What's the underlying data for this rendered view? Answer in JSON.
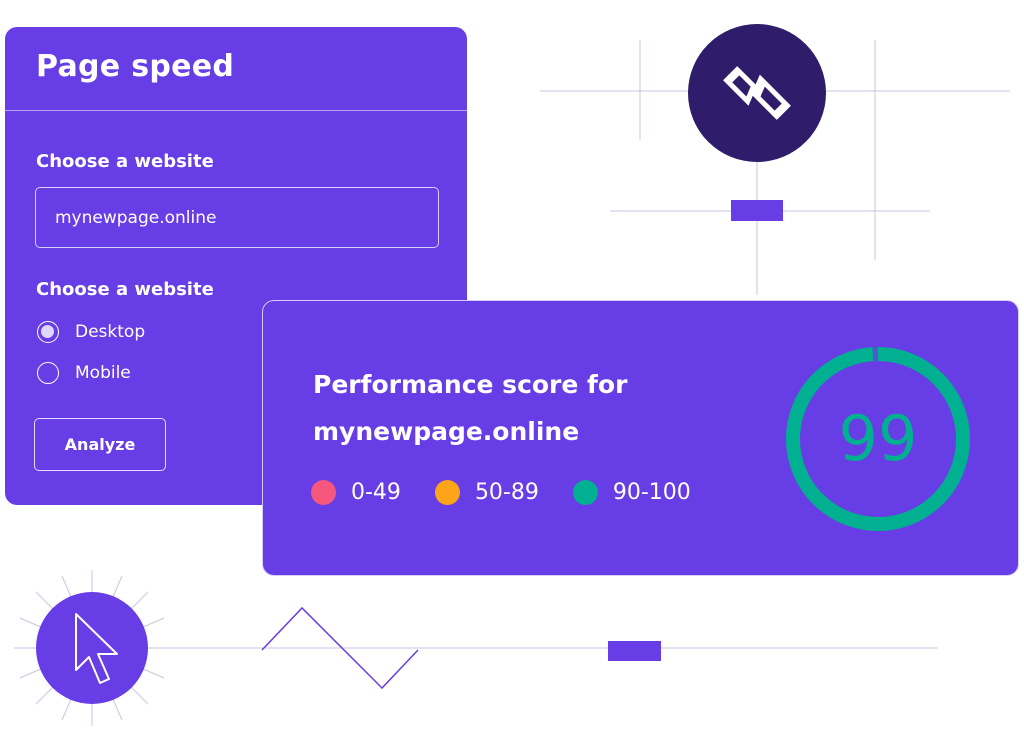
{
  "page_speed": {
    "title": "Page speed",
    "website_label": "Choose a website",
    "website_value": "mynewpage.online",
    "device_label": "Choose a website",
    "devices": [
      {
        "label": "Desktop",
        "checked": true
      },
      {
        "label": "Mobile",
        "checked": false
      }
    ],
    "analyze_label": "Analyze"
  },
  "performance": {
    "title_line1": "Performance score for",
    "title_line2": "mynewpage.online",
    "score": 99,
    "score_max": 100,
    "legend": [
      {
        "label": "0-49",
        "color": "#f5577d"
      },
      {
        "label": "50-89",
        "color": "#fea419"
      },
      {
        "label": "90-100",
        "color": "#00b090"
      }
    ]
  },
  "colors": {
    "brand_purple": "#673de6",
    "logo_dark": "#2f1c6a",
    "gauge_green": "#00b090",
    "white": "#ffffff"
  },
  "icons": {
    "logo": "lightning-bolt-logo-icon",
    "cursor": "mouse-pointer-icon"
  }
}
